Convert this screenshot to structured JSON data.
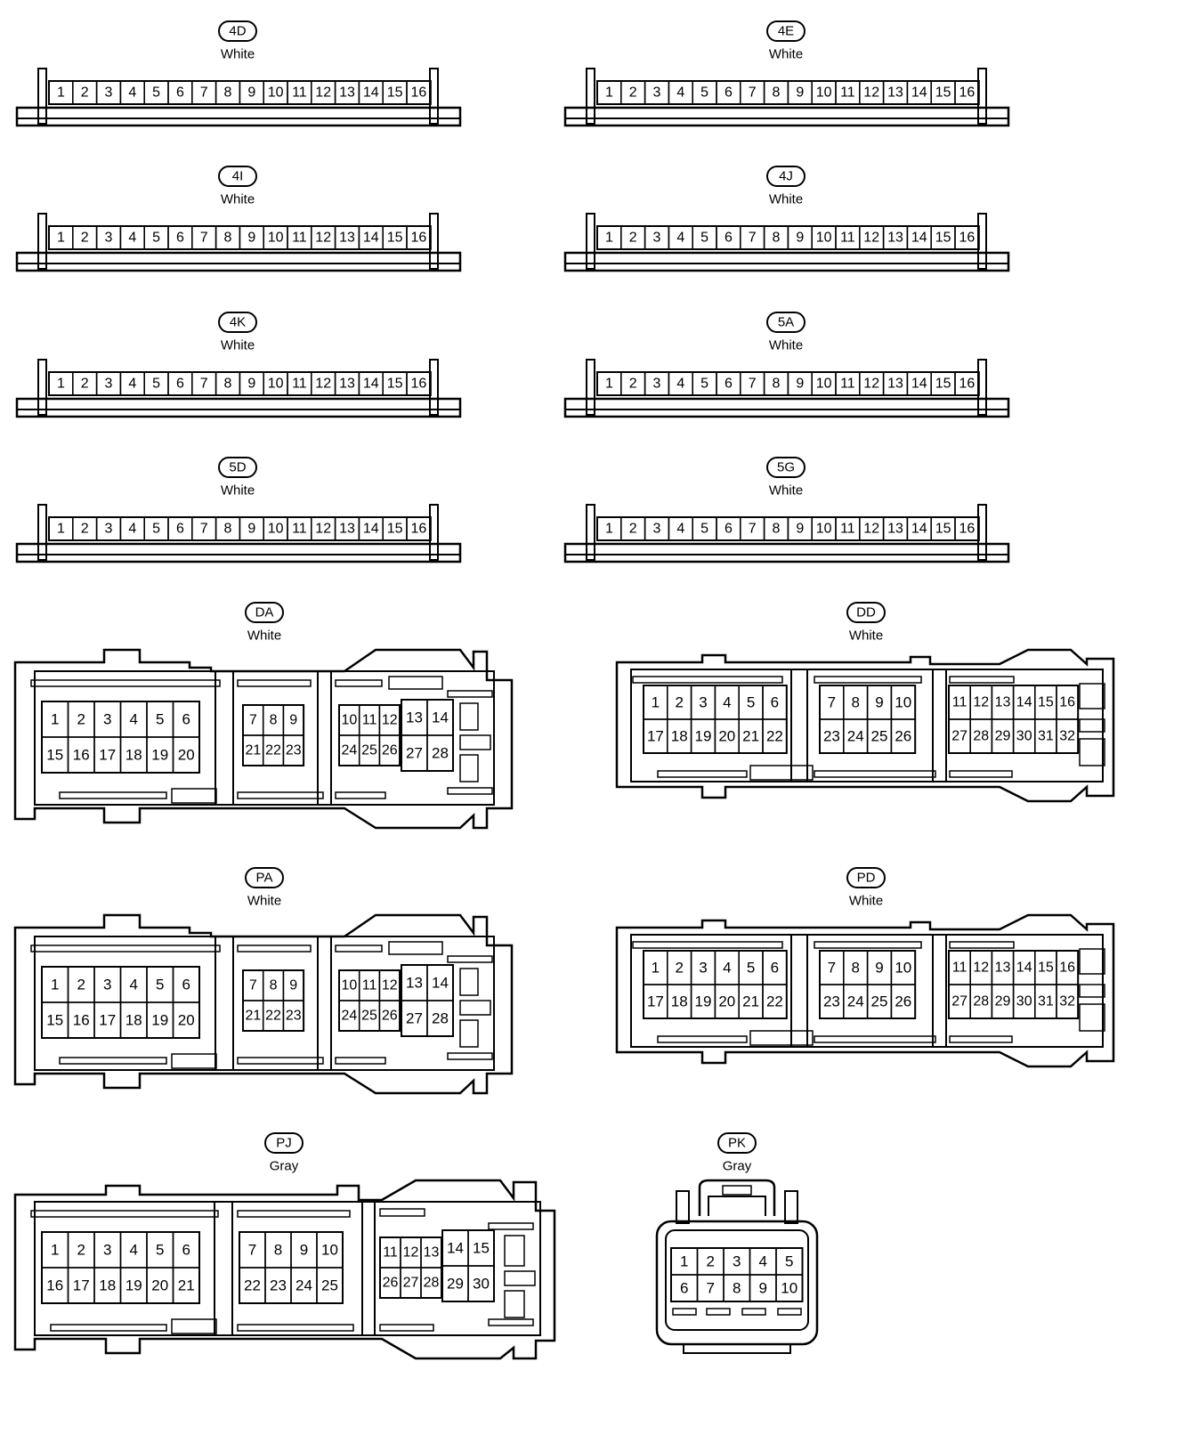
{
  "connectors": [
    {
      "id": "4D",
      "color": "White",
      "type": "strip16",
      "pins": [
        "1",
        "2",
        "3",
        "4",
        "5",
        "6",
        "7",
        "8",
        "9",
        "10",
        "11",
        "12",
        "13",
        "14",
        "15",
        "16"
      ]
    },
    {
      "id": "4E",
      "color": "White",
      "type": "strip16",
      "pins": [
        "1",
        "2",
        "3",
        "4",
        "5",
        "6",
        "7",
        "8",
        "9",
        "10",
        "11",
        "12",
        "13",
        "14",
        "15",
        "16"
      ]
    },
    {
      "id": "4I",
      "color": "White",
      "type": "strip16",
      "pins": [
        "1",
        "2",
        "3",
        "4",
        "5",
        "6",
        "7",
        "8",
        "9",
        "10",
        "11",
        "12",
        "13",
        "14",
        "15",
        "16"
      ]
    },
    {
      "id": "4J",
      "color": "White",
      "type": "strip16",
      "pins": [
        "1",
        "2",
        "3",
        "4",
        "5",
        "6",
        "7",
        "8",
        "9",
        "10",
        "11",
        "12",
        "13",
        "14",
        "15",
        "16"
      ]
    },
    {
      "id": "4K",
      "color": "White",
      "type": "strip16",
      "pins": [
        "1",
        "2",
        "3",
        "4",
        "5",
        "6",
        "7",
        "8",
        "9",
        "10",
        "11",
        "12",
        "13",
        "14",
        "15",
        "16"
      ]
    },
    {
      "id": "5A",
      "color": "White",
      "type": "strip16",
      "pins": [
        "1",
        "2",
        "3",
        "4",
        "5",
        "6",
        "7",
        "8",
        "9",
        "10",
        "11",
        "12",
        "13",
        "14",
        "15",
        "16"
      ]
    },
    {
      "id": "5D",
      "color": "White",
      "type": "strip16",
      "pins": [
        "1",
        "2",
        "3",
        "4",
        "5",
        "6",
        "7",
        "8",
        "9",
        "10",
        "11",
        "12",
        "13",
        "14",
        "15",
        "16"
      ]
    },
    {
      "id": "5G",
      "color": "White",
      "type": "strip16",
      "pins": [
        "1",
        "2",
        "3",
        "4",
        "5",
        "6",
        "7",
        "8",
        "9",
        "10",
        "11",
        "12",
        "13",
        "14",
        "15",
        "16"
      ]
    },
    {
      "id": "DA",
      "color": "White",
      "type": "block28",
      "groups": [
        {
          "rows": [
            [
              "1",
              "2",
              "3",
              "4",
              "5",
              "6"
            ],
            [
              "15",
              "16",
              "17",
              "18",
              "19",
              "20"
            ]
          ]
        },
        {
          "rows": [
            [
              "7",
              "8",
              "9"
            ],
            [
              "21",
              "22",
              "23"
            ]
          ]
        },
        {
          "rows": [
            [
              "10",
              "11",
              "12"
            ],
            [
              "24",
              "25",
              "26"
            ]
          ]
        },
        {
          "rows": [
            [
              "13",
              "14"
            ],
            [
              "27",
              "28"
            ]
          ]
        }
      ]
    },
    {
      "id": "DD",
      "color": "White",
      "type": "block32",
      "groups": [
        {
          "rows": [
            [
              "1",
              "2",
              "3",
              "4",
              "5",
              "6"
            ],
            [
              "17",
              "18",
              "19",
              "20",
              "21",
              "22"
            ]
          ]
        },
        {
          "rows": [
            [
              "7",
              "8",
              "9",
              "10"
            ],
            [
              "23",
              "24",
              "25",
              "26"
            ]
          ]
        },
        {
          "rows": [
            [
              "11",
              "12",
              "13",
              "14",
              "15",
              "16"
            ],
            [
              "27",
              "28",
              "29",
              "30",
              "31",
              "32"
            ]
          ]
        }
      ]
    },
    {
      "id": "PA",
      "color": "White",
      "type": "block28",
      "groups": [
        {
          "rows": [
            [
              "1",
              "2",
              "3",
              "4",
              "5",
              "6"
            ],
            [
              "15",
              "16",
              "17",
              "18",
              "19",
              "20"
            ]
          ]
        },
        {
          "rows": [
            [
              "7",
              "8",
              "9"
            ],
            [
              "21",
              "22",
              "23"
            ]
          ]
        },
        {
          "rows": [
            [
              "10",
              "11",
              "12"
            ],
            [
              "24",
              "25",
              "26"
            ]
          ]
        },
        {
          "rows": [
            [
              "13",
              "14"
            ],
            [
              "27",
              "28"
            ]
          ]
        }
      ]
    },
    {
      "id": "PD",
      "color": "White",
      "type": "block32",
      "groups": [
        {
          "rows": [
            [
              "1",
              "2",
              "3",
              "4",
              "5",
              "6"
            ],
            [
              "17",
              "18",
              "19",
              "20",
              "21",
              "22"
            ]
          ]
        },
        {
          "rows": [
            [
              "7",
              "8",
              "9",
              "10"
            ],
            [
              "23",
              "24",
              "25",
              "26"
            ]
          ]
        },
        {
          "rows": [
            [
              "11",
              "12",
              "13",
              "14",
              "15",
              "16"
            ],
            [
              "27",
              "28",
              "29",
              "30",
              "31",
              "32"
            ]
          ]
        }
      ]
    },
    {
      "id": "PJ",
      "color": "Gray",
      "type": "block30",
      "groups": [
        {
          "rows": [
            [
              "1",
              "2",
              "3",
              "4",
              "5",
              "6"
            ],
            [
              "16",
              "17",
              "18",
              "19",
              "20",
              "21"
            ]
          ]
        },
        {
          "rows": [
            [
              "7",
              "8",
              "9",
              "10"
            ],
            [
              "22",
              "23",
              "24",
              "25"
            ]
          ]
        },
        {
          "rows": [
            [
              "11",
              "12",
              "13"
            ],
            [
              "26",
              "27",
              "28"
            ]
          ]
        },
        {
          "rows": [
            [
              "14",
              "15"
            ],
            [
              "29",
              "30"
            ]
          ]
        }
      ]
    },
    {
      "id": "PK",
      "color": "Gray",
      "type": "block10",
      "groups": [
        {
          "rows": [
            [
              "1",
              "2",
              "3",
              "4",
              "5"
            ],
            [
              "6",
              "7",
              "8",
              "9",
              "10"
            ]
          ]
        }
      ]
    }
  ]
}
